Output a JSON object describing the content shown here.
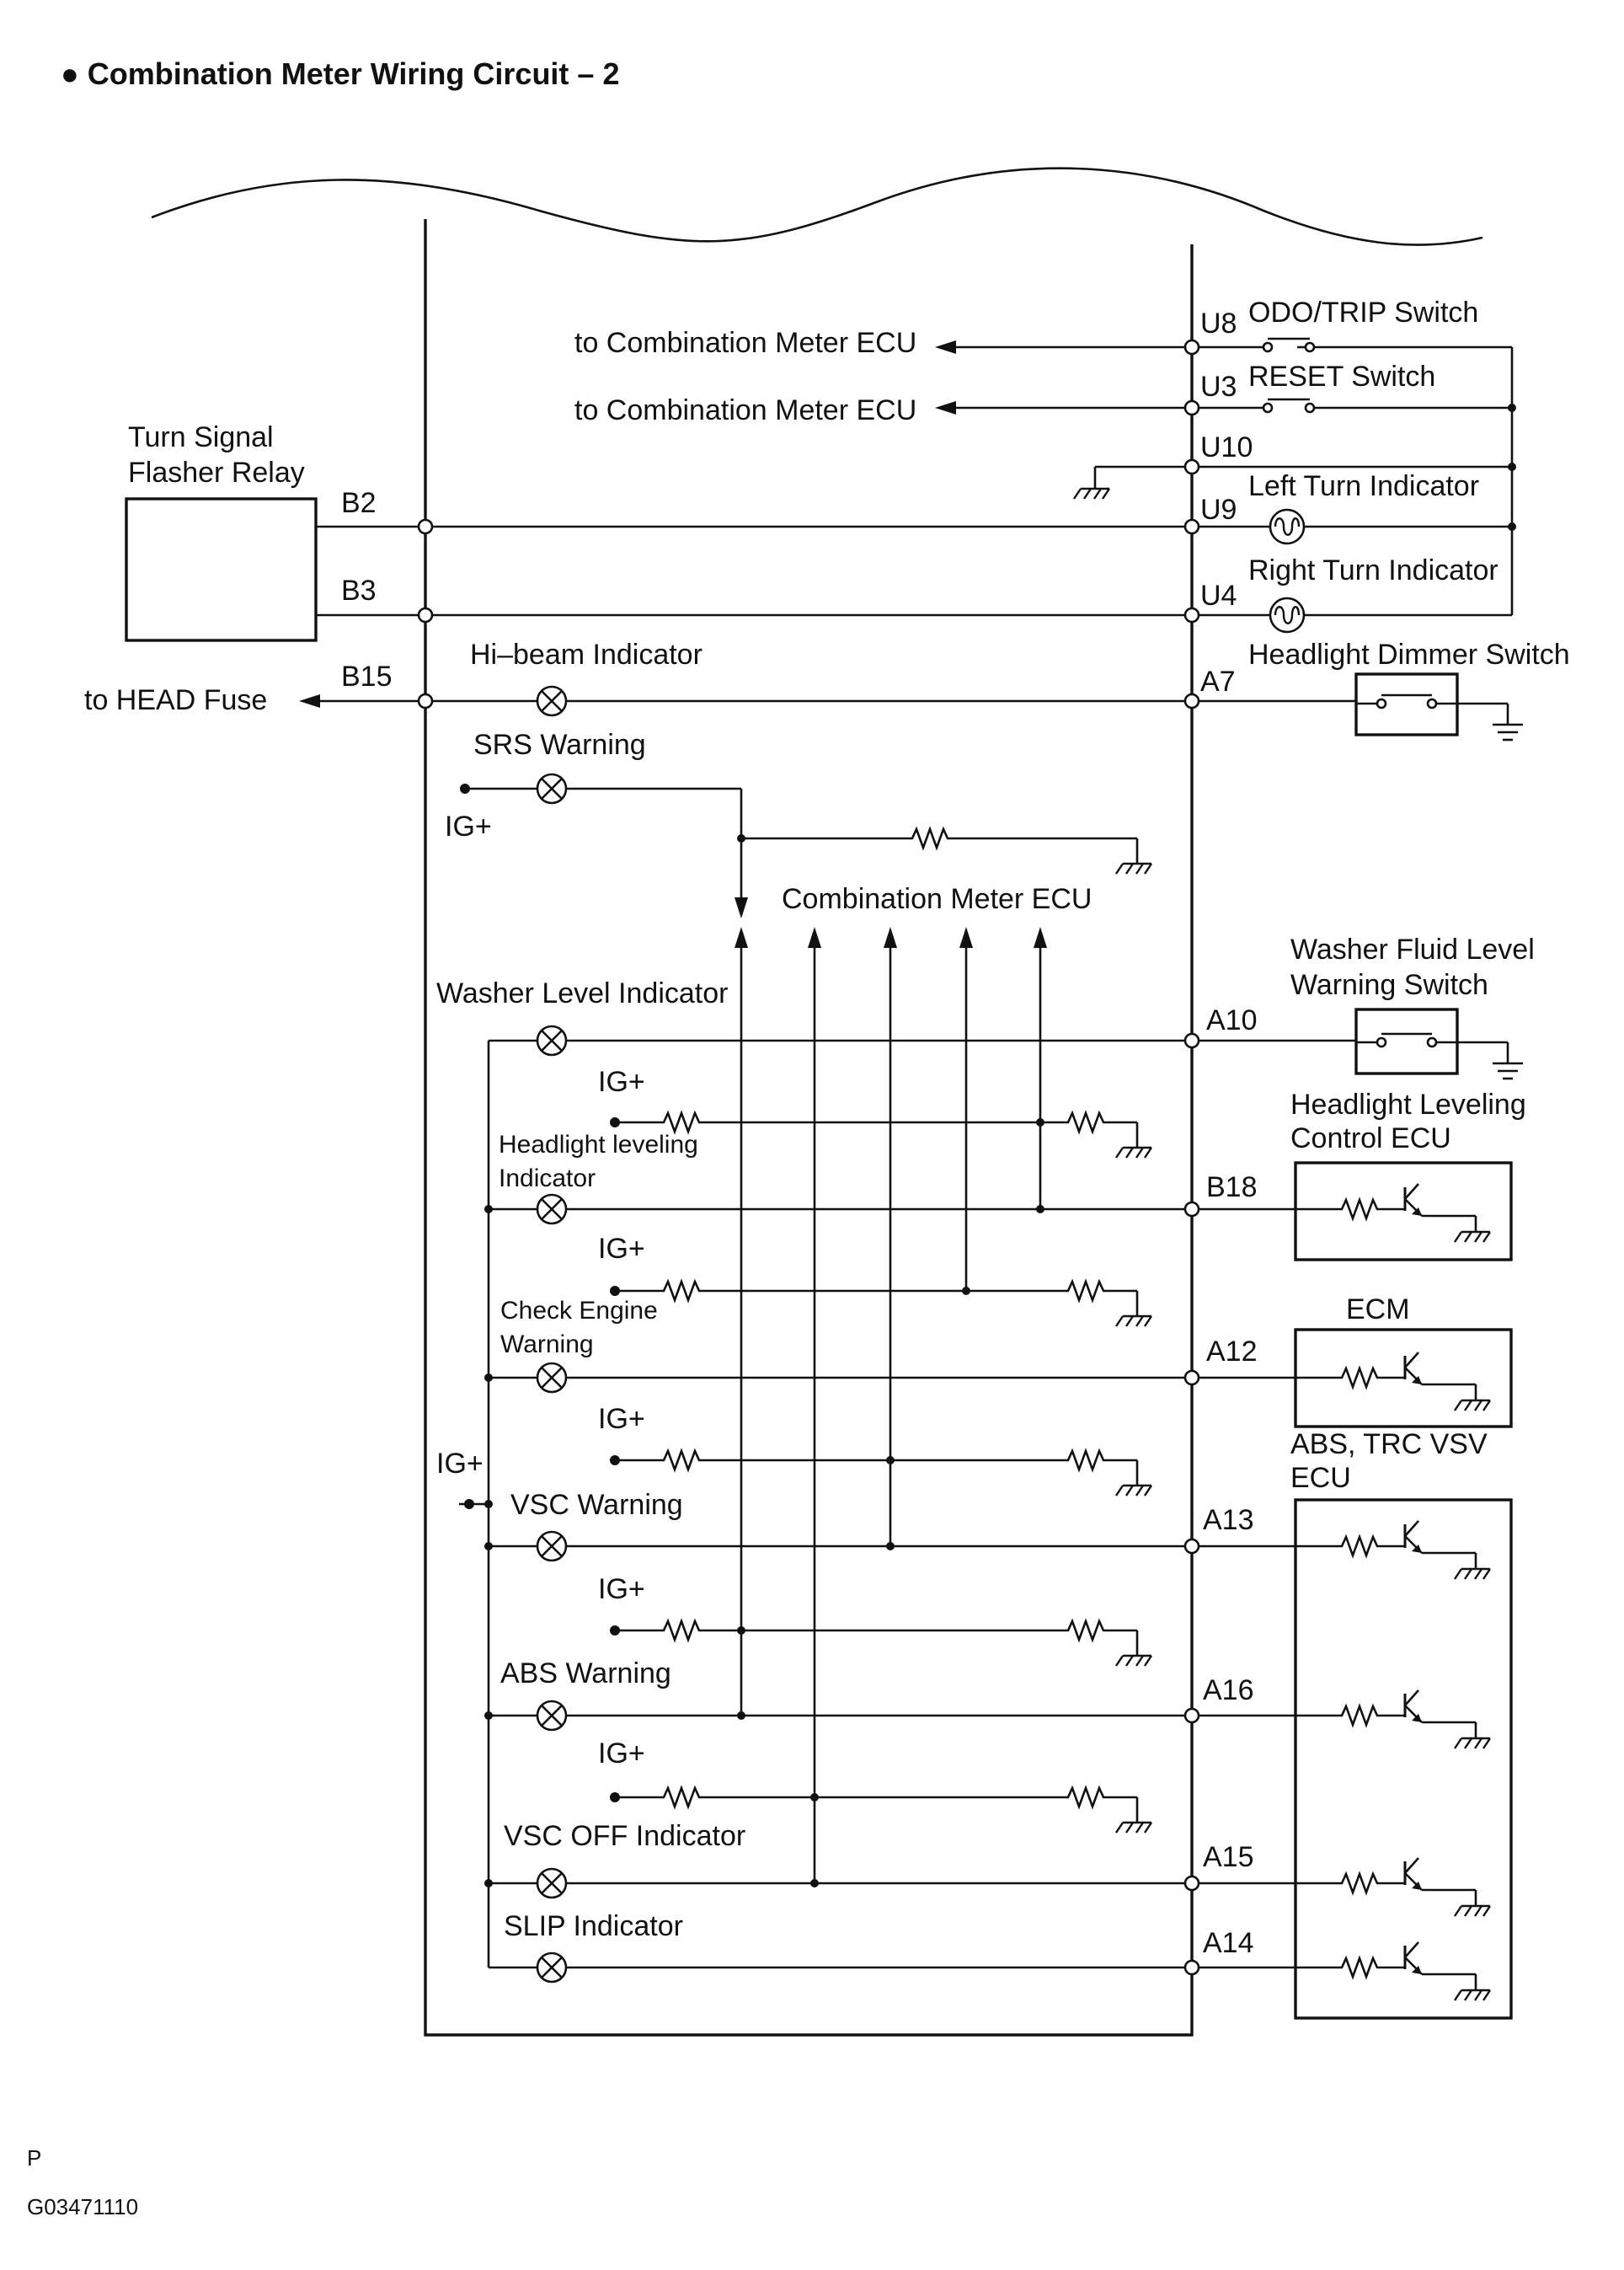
{
  "title": "● Combination Meter Wiring Circuit – 2",
  "footer": {
    "page": "P",
    "code": "G03471110"
  },
  "ecu": {
    "label": "Combination Meter ECU"
  },
  "arrow_labels": {
    "to_ecu_1": "to Combination Meter ECU",
    "to_ecu_2": "to Combination Meter ECU",
    "to_head_fuse": "to HEAD Fuse"
  },
  "components": {
    "flasher_relay": [
      "Turn Signal",
      "Flasher Relay"
    ],
    "odo_trip_switch": "ODO/TRIP Switch",
    "reset_switch": "RESET Switch",
    "left_turn": "Left Turn Indicator",
    "right_turn": "Right Turn Indicator",
    "dimmer_switch": "Headlight Dimmer Switch",
    "washer_switch": [
      "Washer Fluid Level",
      "Warning Switch"
    ],
    "leveling_ecu": [
      "Headlight Leveling",
      "Control ECU"
    ],
    "ecm": "ECM",
    "abs_ecu": [
      "ABS, TRC VSV",
      "ECU"
    ]
  },
  "indicators": {
    "hi_beam": "Hi–beam Indicator",
    "srs": "SRS Warning",
    "washer": "Washer Level Indicator",
    "headlight_leveling": [
      "Headlight leveling",
      "Indicator"
    ],
    "check_engine": [
      "Check Engine",
      "Warning"
    ],
    "vsc": "VSC Warning",
    "abs": "ABS Warning",
    "vsc_off": "VSC OFF Indicator",
    "slip": "SLIP Indicator"
  },
  "ig_label": "IG+",
  "terminals": {
    "b2": "B2",
    "b3": "B3",
    "b15": "B15",
    "u8": "U8",
    "u3": "U3",
    "u10": "U10",
    "u9": "U9",
    "u4": "U4",
    "a7": "A7",
    "a10": "A10",
    "b18": "B18",
    "a12": "A12",
    "a13": "A13",
    "a16": "A16",
    "a15": "A15",
    "a14": "A14"
  }
}
